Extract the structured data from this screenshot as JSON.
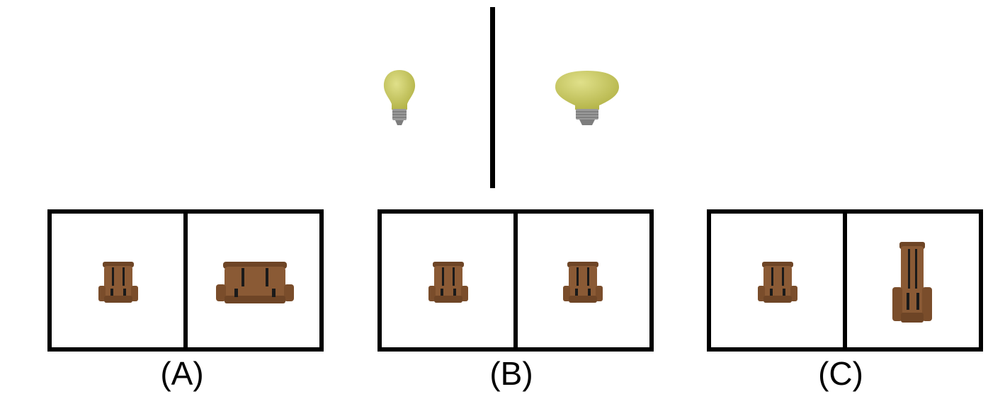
{
  "example": {
    "left_object": "lightbulb-icon",
    "right_object": "lightbulb-icon",
    "left_variant": "normal",
    "right_variant": "wide"
  },
  "options": [
    {
      "label": "(A)",
      "left_variant": "normal",
      "right_variant": "wide"
    },
    {
      "label": "(B)",
      "left_variant": "normal",
      "right_variant": "normal"
    },
    {
      "label": "(C)",
      "left_variant": "normal",
      "right_variant": "tall"
    }
  ],
  "colors": {
    "bulb_glass": "#c9c95e",
    "bulb_base": "#9a9a9a",
    "backpack": "#8a5a35",
    "backpack_dark": "#5e3a1e",
    "strap": "#1a1a1a",
    "border": "#000000"
  }
}
